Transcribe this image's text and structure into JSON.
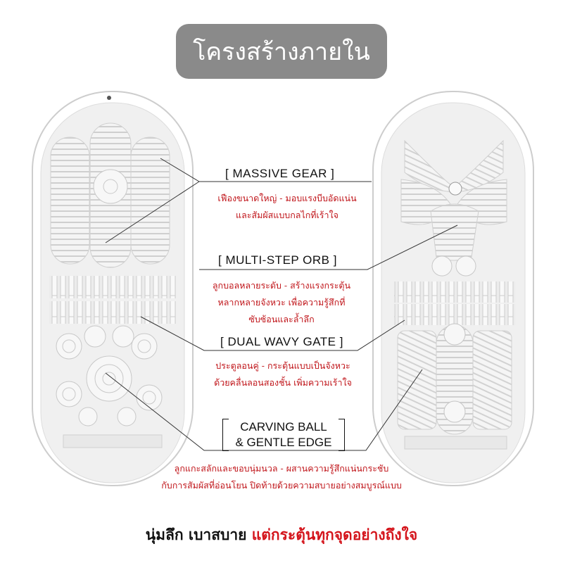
{
  "header": {
    "title": "โครงสร้างภายใน"
  },
  "features": [
    {
      "title": "[ MASSIVE GEAR ]",
      "desc": [
        "เฟืองขนาดใหญ่ -  มอบแรงบีบอัดแน่น",
        "และสัมผัสแบบกลไกที่เร้าใจ"
      ]
    },
    {
      "title": "[  MULTI-STEP ORB ]",
      "desc": [
        "ลูกบอลหลายระดับ - สร้างแรงกระตุ้น",
        "หลากหลายจังหวะ เพื่อความรู้สึกที่",
        "ซับซ้อนและล้ำลึก"
      ]
    },
    {
      "title": "[ DUAL WAVY GATE ]",
      "desc": [
        "ประตูลอนคู่ - กระตุ้นแบบเป็นจังหวะ",
        "ด้วยคลื่นลอนสองชั้น เพิ่มความเร้าใจ"
      ]
    },
    {
      "title_line1": "CARVING BALL",
      "title_line2": "& GENTLE EDGE",
      "desc": [
        "ลูกแกะสลักและขอบนุ่มนวล - ผสานความรู้สึกแน่นกระชับ",
        "กับการสัมผัสที่อ่อนโยน ปิดท้ายด้วยความสบายอย่างสมบูรณ์แบบ"
      ]
    }
  ],
  "footer": {
    "black_text": "นุ่มลึก เบาสบาย ",
    "red_text": "แต่กระตุ้นทุกจุดอย่างถึงใจ"
  },
  "colors": {
    "pill": "#8a8a8a",
    "accent_red": "#d4141b",
    "desc_red": "#c0151a"
  }
}
